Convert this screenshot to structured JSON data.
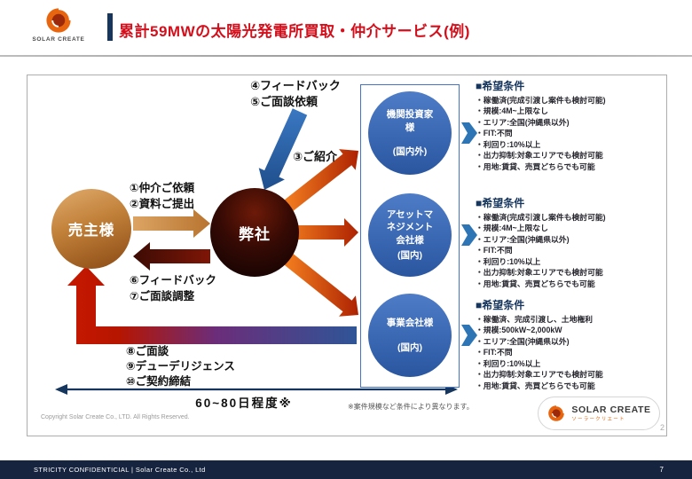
{
  "colors": {
    "title-red": "#d40f1c",
    "navy": "#17365d",
    "accent-blue": "#2e75b6",
    "brand-orange": "#e8650f",
    "footer-navy": "#16243f"
  },
  "header": {
    "logo_wordmark": "SOLAR CREATE",
    "title": "累計59MWの太陽光発電所買取・仲介サービス(例)"
  },
  "diagram": {
    "seller_label": "売主様",
    "company_label": "弊社",
    "label_feedback_top": "④フィードバック\n⑤ご面談依頼",
    "label_intro": "③ご紹介",
    "label_request": "①仲介ご依頼\n②資料ご提出",
    "label_feedback_bottom": "⑥フィードバック\n⑦ご面談調整",
    "label_closing": "⑧ご面談\n⑨デューデリジェンス\n⑩ご契約締結",
    "buyers": [
      {
        "name": "機関投資家\n様",
        "region": "(国内外)"
      },
      {
        "name": "アセットマ\nネジメント\n会社様",
        "region": "(国内)"
      },
      {
        "name": "事業会社様",
        "region": "(国内)"
      }
    ],
    "conditions": [
      {
        "title": "■希望条件",
        "items": [
          "・稼働済(完成引渡し案件も検討可能)",
          "・規模:4M~上限なし",
          "・エリア:全国(沖縄県以外)",
          "・FIT:不問",
          "・利回り:10%以上",
          "・出力抑制:対象エリアでも検討可能",
          "・用地:賃貸、売買どちらでも可能"
        ]
      },
      {
        "title": "■希望条件",
        "items": [
          "・稼働済(完成引渡し案件も検討可能)",
          "・規模:4M~上限なし",
          "・エリア:全国(沖縄県以外)",
          "・FIT:不問",
          "・利回り:10%以上",
          "・出力抑制:対象エリアでも検討可能",
          "・用地:賃貸、売買どちらでも可能"
        ]
      },
      {
        "title": "■希望条件",
        "items": [
          "・稼働済、完成引渡し、土地権利",
          "・規模:500kW~2,000kW",
          "・エリア:全国(沖縄県以外)",
          "・FIT:不問",
          "・利回り:10%以上",
          "・出力抑制:対象エリアでも検討可能",
          "・用地:賃貸、売買どちらでも可能"
        ]
      }
    ],
    "duration_label": "60~80日程度※",
    "note": "※案件規模など条件により異なります。",
    "copyright": "Copyright Solar Create Co., LTD. All Rights Reserved.",
    "page_mark": "2"
  },
  "bottom_logo": {
    "title": "SOLAR CREATE",
    "subtitle": "ソーラークリエート"
  },
  "footer": {
    "text": "STRICITY CONFIDENTICIAL | Solar Create Co., Ltd",
    "page": "7"
  }
}
